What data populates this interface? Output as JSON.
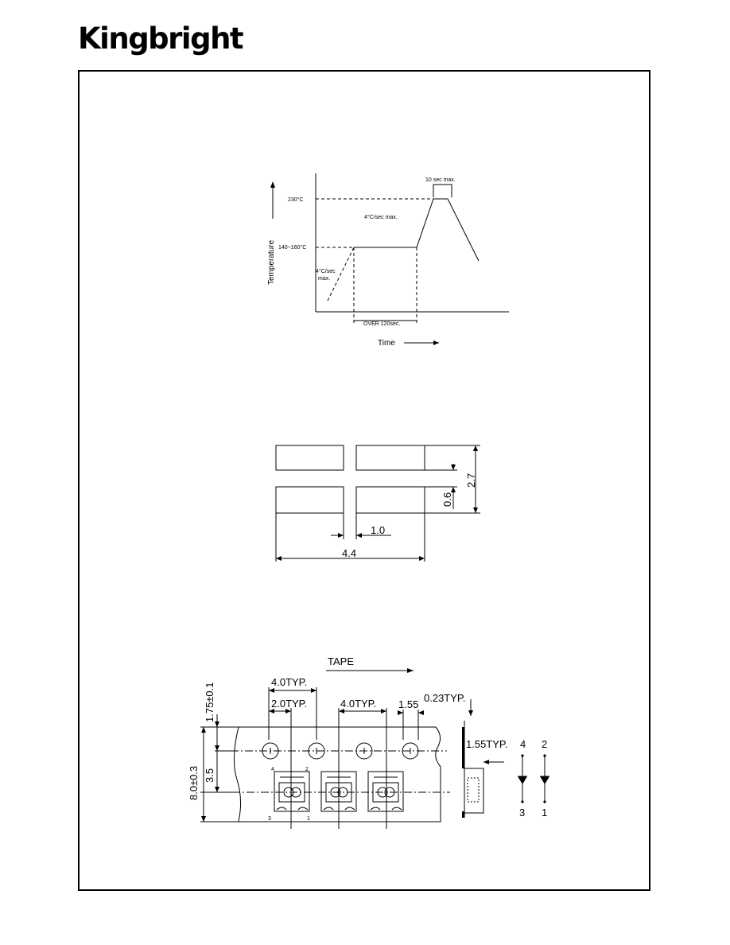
{
  "brand": {
    "logo_text": "Kingbright"
  },
  "reflow_profile": {
    "peak_time_label": "10 sec max.",
    "peak_temp_label": "230°C",
    "ramp_rate_label": "4°C/sec max.",
    "preheat_temp_label": "140~160°C",
    "initial_ramp_line1": "4°C/sec",
    "initial_ramp_line2": "max.",
    "preheat_duration_label": "OVER 120sec.",
    "y_axis_label": "Temperature",
    "x_axis_label": "Time"
  },
  "pad_layout": {
    "height_dim": "2.7",
    "gap_dim": "0.6",
    "spacing_dim": "1.0",
    "width_dim": "4.4"
  },
  "tape": {
    "direction_label": "TAPE",
    "pitch_top": "4.0TYP.",
    "half_pitch": "2.0TYP.",
    "pitch_mid": "4.0TYP.",
    "hole_dia": "1.55",
    "thickness": "0.23TYP.",
    "hole_dia_side": "1.55TYP.",
    "edge_offset": "1.75±0.1",
    "width": "8.0±0.3",
    "center_offset": "3.5",
    "pin_top_left": "4",
    "pin_top_right": "2",
    "pin_bottom_left": "3",
    "pin_bottom_right": "1",
    "pkg_pin_4": "4",
    "pkg_pin_2": "2",
    "pkg_pin_3": "3",
    "pkg_pin_1": "1"
  }
}
